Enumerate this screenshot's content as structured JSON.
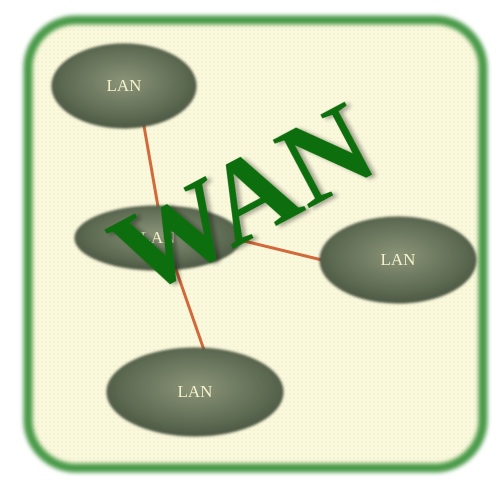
{
  "diagram": {
    "wan_label": "WAN",
    "nodes": [
      {
        "id": "lan-top",
        "label": "LAN"
      },
      {
        "id": "lan-center",
        "label": "LAN"
      },
      {
        "id": "lan-right",
        "label": "LAN"
      },
      {
        "id": "lan-bottom",
        "label": "LAN"
      }
    ],
    "links": [
      {
        "from": "lan-top",
        "to": "lan-center"
      },
      {
        "from": "lan-center",
        "to": "lan-bottom"
      },
      {
        "from": "lan-center",
        "to": "lan-right"
      }
    ],
    "colors": {
      "frame_border": "#4a9a4a",
      "frame_fill": "#fbf9dc",
      "node_fill": "#6e7a60",
      "node_label": "#f4f1cc",
      "link": "#d2693a",
      "wan_text": "#0d6e0d"
    }
  }
}
